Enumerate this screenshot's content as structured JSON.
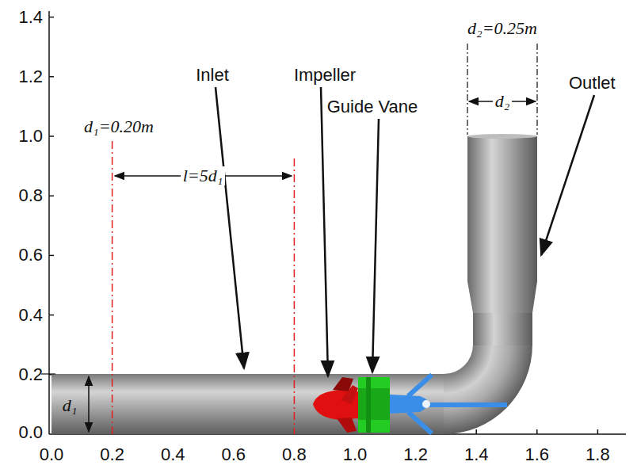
{
  "diagram": {
    "labels": [
      "1.4",
      "1.2",
      "1.0",
      "0.8",
      "0.6",
      "0.4",
      "0.2",
      "0.0",
      "0.0",
      "0.2",
      "0.4",
      "0.6",
      "0.8",
      "1.0",
      "1.2",
      "1.4",
      "1.6",
      "1.8",
      "d₂=0.25m",
      "d₂",
      "Inlet",
      "Impeller",
      "Guide Vane",
      "Outlet",
      "d₁=0.20m",
      "l=5d₁",
      "d₁"
    ]
  }
}
